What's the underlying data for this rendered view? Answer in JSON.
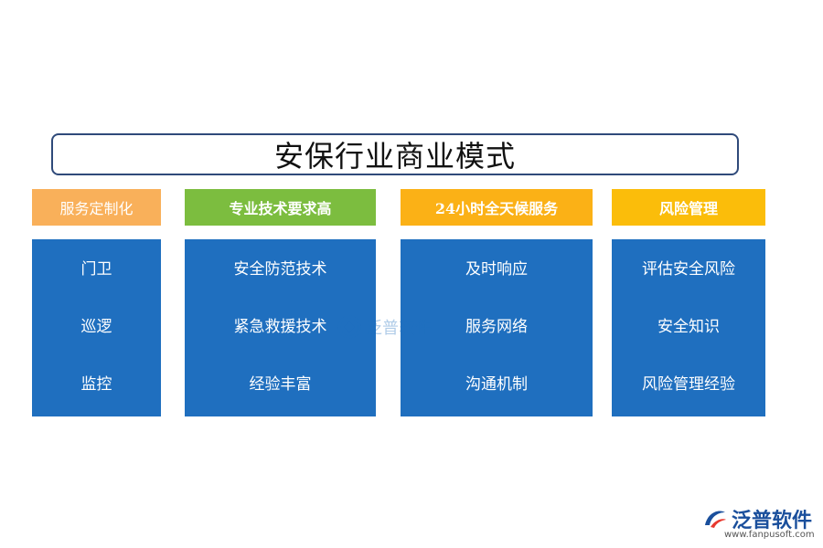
{
  "title": "安保行业商业模式",
  "colors": {
    "title_border": "#2f4a7a",
    "box_blue": "#1f6fbf",
    "header_orange_light": "#f9b05a",
    "header_green": "#7cbd3f",
    "header_orange": "#fbb116",
    "header_yellow": "#fbbd0a"
  },
  "columns": [
    {
      "header": "服务定制化",
      "header_color": "#f9b05a",
      "items": [
        "门卫",
        "巡逻",
        "监控"
      ]
    },
    {
      "header": "专业技术要求高",
      "header_color": "#7cbd3f",
      "items": [
        "安全防范技术",
        "紧急救援技术",
        "经验丰富"
      ]
    },
    {
      "header": "24小时全天候服务",
      "header_color": "#fbb116",
      "items": [
        "及时响应",
        "服务网络",
        "沟通机制"
      ]
    },
    {
      "header": "风险管理",
      "header_color": "#fbbd0a",
      "items": [
        "评估安全风险",
        "安全知识",
        "风险管理经验"
      ]
    }
  ],
  "watermark": "泛普软件",
  "logo": {
    "name": "泛普软件",
    "url": "www.fanpusoft.com",
    "icon": "fanpu-logo-icon"
  }
}
